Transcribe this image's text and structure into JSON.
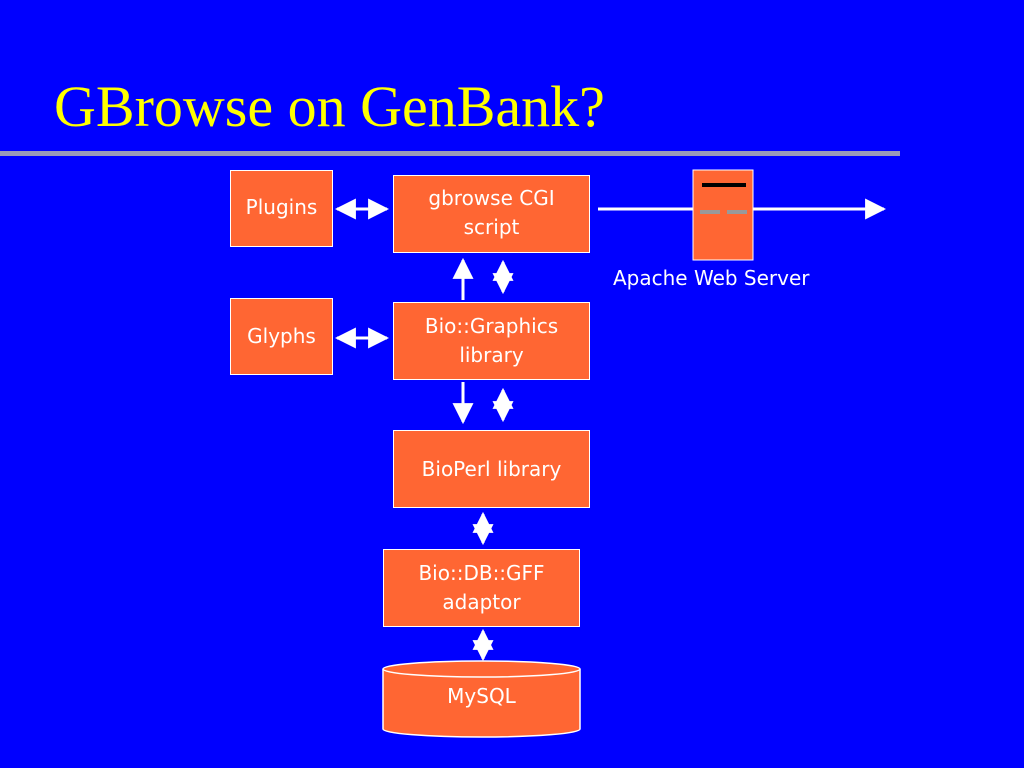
{
  "slide": {
    "title": "GBrowse on GenBank?"
  },
  "diagram": {
    "nodes": {
      "plugins": "Plugins",
      "gbrowse_line1": "gbrowse CGI",
      "gbrowse_line2": "script",
      "glyphs": "Glyphs",
      "biographics_line1": "Bio::Graphics",
      "biographics_line2": "library",
      "bioperl": "BioPerl library",
      "biodbgff_line1": "Bio::DB::GFF",
      "biodbgff_line2": "adaptor",
      "mysql": "MySQL"
    },
    "server_label": "Apache Web Server"
  },
  "colors": {
    "background": "#0000ff",
    "title": "#ffff00",
    "box_fill": "#ff6633",
    "line": "#ffffff"
  }
}
